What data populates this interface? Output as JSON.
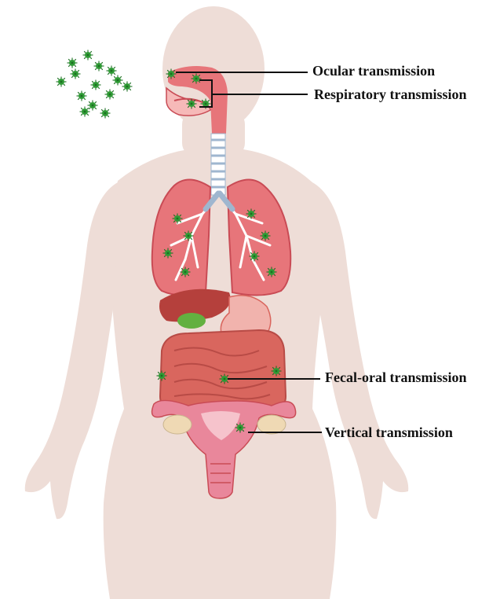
{
  "labels": {
    "ocular": "Ocular transmission",
    "respiratory": "Respiratory transmission",
    "fecal_oral": "Fecal-oral transmission",
    "vertical": "Vertical transmission"
  },
  "colors": {
    "body": "#eeddd7",
    "lung": "#e7757a",
    "lung_dark": "#c94b55",
    "lung_light": "#f6b9b8",
    "bronchi": "#ffffff",
    "trachea_blue": "#9fb6cf",
    "liver": "#b5403c",
    "gallbladder": "#63b040",
    "stomach": "#f1b3ad",
    "intestine": "#d9665e",
    "intestine_dark": "#b84b46",
    "uterus": "#e9879b",
    "uterus_light": "#f6c3cc",
    "ovary": "#efd9b4",
    "virus": "#2f9b35",
    "virus_dark": "#1d6e22",
    "line": "#111111"
  },
  "icons": [
    "virus-particle-icon",
    "human-body-silhouette",
    "lungs-icon",
    "uterus-icon"
  ]
}
